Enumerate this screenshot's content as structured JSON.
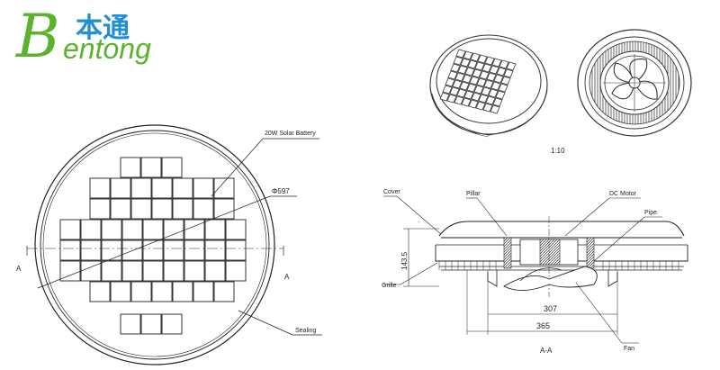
{
  "logo": {
    "brand_letter": "B",
    "brand_rest": "entong",
    "chinese": "本通",
    "colors": {
      "green": "#5bb22c",
      "blue": "#1f8fd8"
    }
  },
  "top_view": {
    "callouts": {
      "solar_battery": "20W Solar Battery",
      "diameter": "Φ597",
      "sealing": "Sealing"
    },
    "section_marks": {
      "left": "A",
      "right": "A"
    }
  },
  "scale_label": "1:10",
  "section_view": {
    "title": "A-A",
    "callouts": {
      "cover": "Cover",
      "pillar": "Pillar",
      "dc_motor": "DC Motor",
      "pipe": "Pipe",
      "grille": "Grille",
      "fan": "Fan"
    },
    "dimensions": {
      "height": "143.5",
      "inner": "307",
      "outer": "365"
    }
  }
}
